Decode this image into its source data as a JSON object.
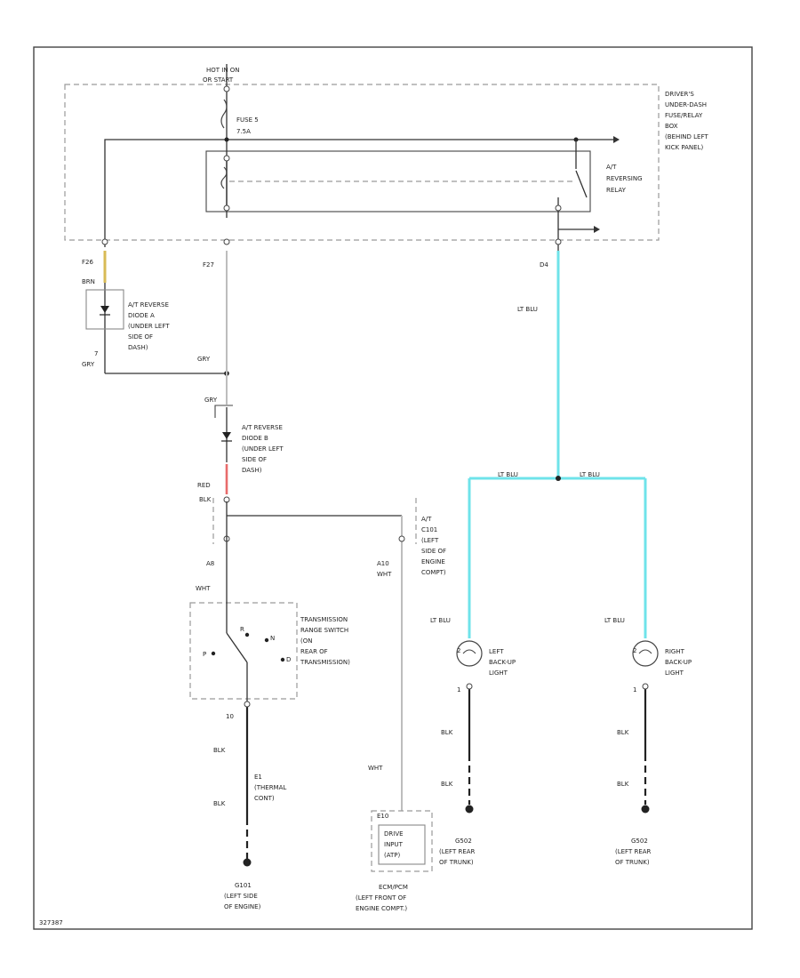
{
  "labels": {
    "hot_in_on": "HOT IN ON",
    "or_start": "OR START",
    "fuse": "FUSE 5",
    "fuse_amp": "7.5A",
    "dash_box_1": "DRIVER'S",
    "dash_box_2": "UNDER-DASH",
    "dash_box_3": "FUSE/RELAY",
    "dash_box_4": "BOX",
    "dash_box_5": "(BEHIND LEFT",
    "dash_box_6": "KICK PANEL)",
    "relay_1": "A/T",
    "relay_2": "REVERSING",
    "relay_3": "RELAY",
    "pin_f26": "F26",
    "wire_brn": "BRN",
    "pin_f27": "F27",
    "pin_d4": "D4",
    "diode_a_1": "A/T REVERSE",
    "diode_a_2": "DIODE A",
    "diode_a_3": "(UNDER LEFT",
    "diode_a_4": "SIDE OF",
    "diode_a_5": "DASH)",
    "pin_7": "7",
    "wire_gry_1": "GRY",
    "wire_gry_2": "GRY",
    "wire_gry_3": "GRY",
    "diode_b_1": "A/T REVERSE",
    "diode_b_2": "DIODE B",
    "diode_b_3": "(UNDER LEFT",
    "diode_b_4": "SIDE OF",
    "diode_b_5": "DASH)",
    "wire_red": "RED",
    "wire_blu_red": "BLK",
    "conn_1": "A/T",
    "conn_2": "C101",
    "conn_3": "(LEFT",
    "conn_4": "SIDE OF",
    "conn_5": "ENGINE",
    "conn_6": "COMPT)",
    "pin_a8": "A8",
    "pin_a10": "A10",
    "wire_wht_1": "WHT",
    "wire_wht_2": "WHT",
    "wire_wht_3": "WHT",
    "trs_1": "TRANSMISSION",
    "trs_2": "RANGE SWITCH",
    "trs_3": "(ON",
    "trs_4": "REAR OF",
    "trs_5": "TRANSMISSION)",
    "trs_p": "P",
    "trs_r": "R",
    "trs_n": "N",
    "trs_d": "D",
    "pin_10": "10",
    "wire_blk_1": "BLK",
    "wire_blk_2": "BLK",
    "wire_blk_3": "BLK",
    "wire_blk_4": "BLK",
    "wire_blk_5": "BLK",
    "wire_blk_6": "BLK",
    "thermal_1": "E1",
    "thermal_2": "(THERMAL",
    "thermal_3": "CONT)",
    "g101_1": "G101",
    "g101_2": "(LEFT SIDE",
    "g101_3": "OF ENGINE)",
    "ecm_pin": "E10",
    "ecm_box_1": "DRIVE",
    "ecm_box_2": "INPUT",
    "ecm_box_3": "(ATP)",
    "ecm_1": "ECM/PCM",
    "ecm_2": "(LEFT FRONT OF",
    "ecm_3": "ENGINE COMPT.)",
    "wire_ltblu_main": "LT BLU",
    "wire_ltblu_left": "LT BLU",
    "wire_ltblu_right": "LT BLU",
    "wire_ltblu_l2": "LT BLU",
    "wire_ltblu_r2": "LT BLU",
    "lbl_1": "LEFT",
    "lbl_2": "BACK-UP",
    "lbl_3": "LIGHT",
    "rbl_1": "RIGHT",
    "rbl_2": "BACK-UP",
    "rbl_3": "LIGHT",
    "pin_l2": "2",
    "pin_l1": "1",
    "pin_r2": "2",
    "pin_r1": "1",
    "g502_l_1": "G502",
    "g502_l_2": "(LEFT REAR",
    "g502_l_3": "OF TRUNK)",
    "g502_r_1": "G502",
    "g502_r_2": "(LEFT REAR",
    "g502_r_3": "OF TRUNK)",
    "figure_id": "327387"
  },
  "colors": {
    "lt_blu_wire": "#6fe3ea",
    "brn_wire": "#d8bb55",
    "red_wire": "#e86b6b",
    "gry_wire": "#bdbdbd",
    "black_wire": "#222222"
  }
}
